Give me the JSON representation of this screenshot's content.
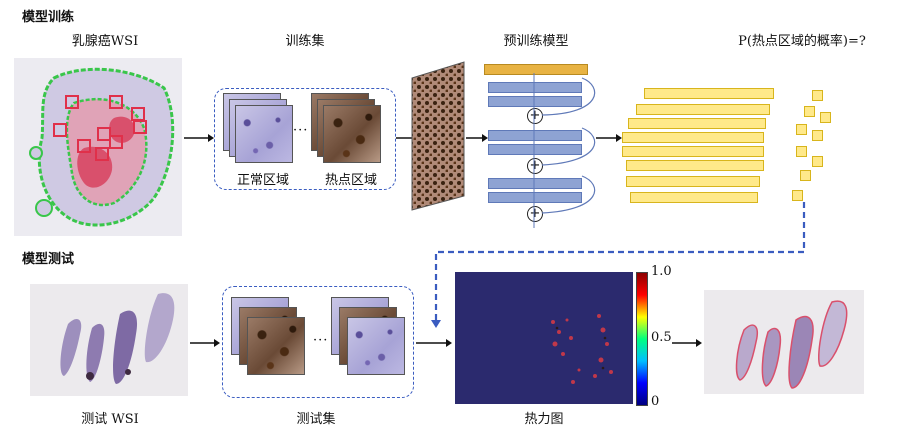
{
  "train": {
    "section_title": "模型训练",
    "wsi_label": "乳腺癌WSI",
    "set_label": "训练集",
    "model_label": "预训练模型",
    "prob_label": "P(热点区域的概率)=?",
    "normal_label": "正常区域",
    "hot_label": "热点区域",
    "ellipsis": "···"
  },
  "test": {
    "section_title": "模型测试",
    "wsi_label": "测试 WSI",
    "set_label": "测试集",
    "heatmap_label": "热力图",
    "ellipsis": "···"
  },
  "colorbar": {
    "ticks": [
      "1.0",
      "0.5",
      "0"
    ],
    "colors": [
      "#8b0000",
      "#ff0000",
      "#ffff00",
      "#00ff7f",
      "#00bfff",
      "#0000ff",
      "#000080"
    ]
  },
  "colors": {
    "accent_blue": "#3a5cc0",
    "layer_blue": "#8ea3d3",
    "top_layer": "#e8b343",
    "feature_yellow": "#ffe98a",
    "hot_red": "#e0304a",
    "tissue_green": "#39c64a"
  }
}
